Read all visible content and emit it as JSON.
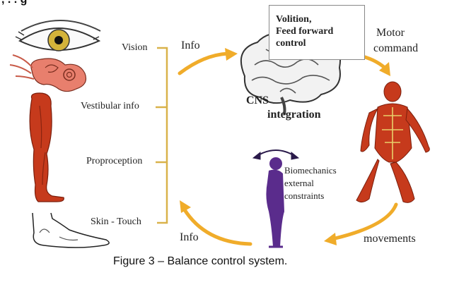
{
  "top_fragment": ", . . g",
  "sensors": {
    "vision": "Vision",
    "vestibular": "Vestibular info",
    "proprioception": "Proproception",
    "skin": "Skin - Touch"
  },
  "arrows": {
    "info_top": "Info",
    "info_bottom": "Info",
    "motor_command_line1": "Motor",
    "motor_command_line2": "command",
    "movements": "movements"
  },
  "cns": {
    "volition_line1": "Volition,",
    "volition_line2": "Feed forward",
    "volition_line3": "control",
    "cns_label": "CNS",
    "integration_label": "integration"
  },
  "biomechanics": {
    "line1": "Biomechanics",
    "line2": "external",
    "line3": "constraints"
  },
  "caption": "Figure 3 – Balance control system.",
  "colors": {
    "arrow": "#f0ac2a",
    "bracket": "#d9b24a",
    "muscle": "#c63a1c",
    "figure": "#5a2c8c",
    "eye_iris": "#d4b33a"
  }
}
